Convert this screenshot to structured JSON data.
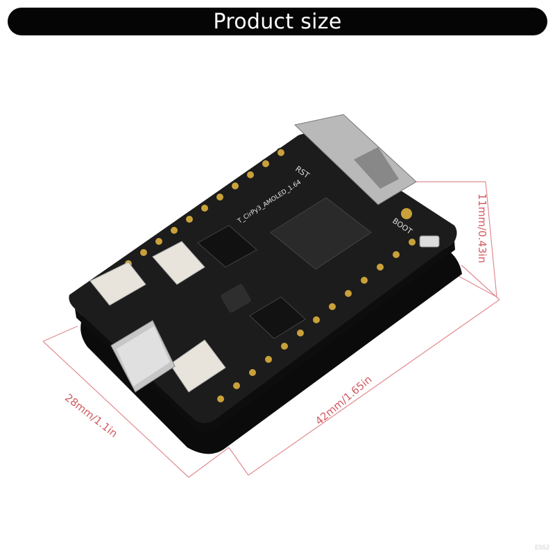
{
  "header": {
    "title": "Product size"
  },
  "dimensions": {
    "height_label": "11mm/0.43in",
    "width_label": "28mm/1.1in",
    "length_label": "42mm/1.65in"
  },
  "board": {
    "silkscreen_name": "T_CirPy3_AMOLED_1.64",
    "buttons": [
      "RST",
      "BOOT"
    ]
  },
  "colors": {
    "title_bg": "#050505",
    "title_text": "#ffffff",
    "dimension_line": "#e08a8f",
    "dimension_text": "#d05a60",
    "pcb": "#1c1c1c",
    "gold_pad": "#c9a13b"
  },
  "watermark": "E552"
}
